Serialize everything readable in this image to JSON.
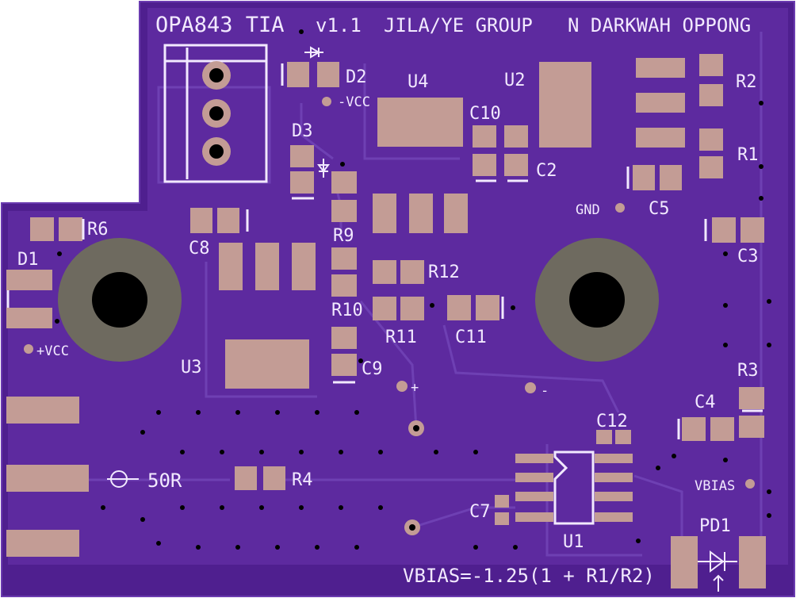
{
  "title": {
    "board": "OPA843 TIA",
    "version": "v1.1",
    "group": "JILA/YE GROUP",
    "author": "N DARKWAH OPPONG"
  },
  "labels": {
    "D2": "D2",
    "D3": "D3",
    "U4": "U4",
    "U2": "U2",
    "R2": "R2",
    "R1": "R1",
    "C10": "C10",
    "C2": "C2",
    "C5": "C5",
    "C8": "C8",
    "R6": "R6",
    "D1": "D1",
    "R9": "R9",
    "R12": "R12",
    "R10": "R10",
    "R11": "R11",
    "C11": "C11",
    "C3": "C3",
    "U3": "U3",
    "C9": "C9",
    "R3": "R3",
    "C4": "C4",
    "C12": "C12",
    "R4": "R4",
    "C7": "C7",
    "U1": "U1",
    "PD1": "PD1"
  },
  "test_points": {
    "neg_vcc": "-VCC",
    "pos_vcc": "+VCC",
    "gnd": "GND",
    "plus": "+",
    "minus": "-",
    "vbias": "VBIAS"
  },
  "input": {
    "impedance": "50R"
  },
  "formula": "VBIAS=-1.25(1 + R1/R2)",
  "colors": {
    "board": "#4f1f8f",
    "board_fill": "#5d2a9f",
    "pad": "#c39c95",
    "silk": "#f2e9ff",
    "hole_ring": "#6e6a5f",
    "hole": "#000000"
  }
}
